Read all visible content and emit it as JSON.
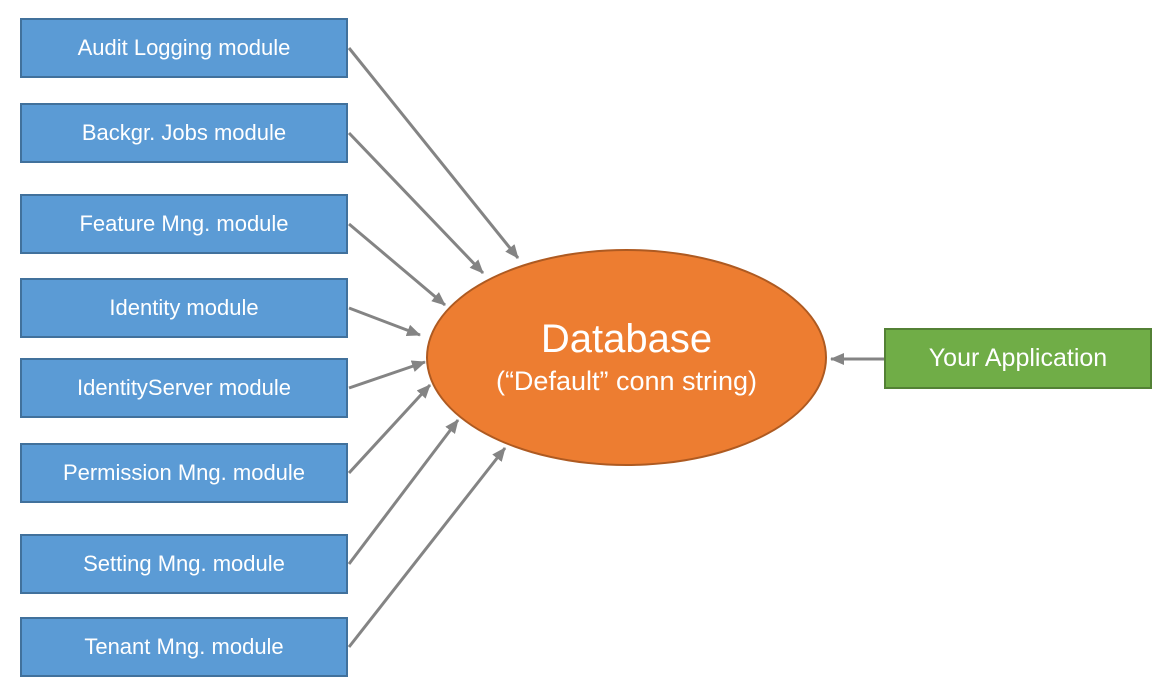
{
  "diagram": {
    "modules": [
      {
        "label": "Audit Logging module"
      },
      {
        "label": "Backgr. Jobs module"
      },
      {
        "label": "Feature Mng. module"
      },
      {
        "label": "Identity module"
      },
      {
        "label": "IdentityServer module"
      },
      {
        "label": "Permission Mng. module"
      },
      {
        "label": "Setting Mng. module"
      },
      {
        "label": "Tenant Mng. module"
      }
    ],
    "database": {
      "title": "Database",
      "subtitle": "(“Default” conn string)"
    },
    "application": {
      "label": "Your Application"
    }
  },
  "colors": {
    "module_fill": "#5B9BD5",
    "module_border": "#41719C",
    "database_fill": "#ED7D31",
    "database_border": "#AE5A21",
    "application_fill": "#70AD47",
    "application_border": "#538135",
    "arrow": "#848484",
    "label_text": "#FFFFFF"
  }
}
